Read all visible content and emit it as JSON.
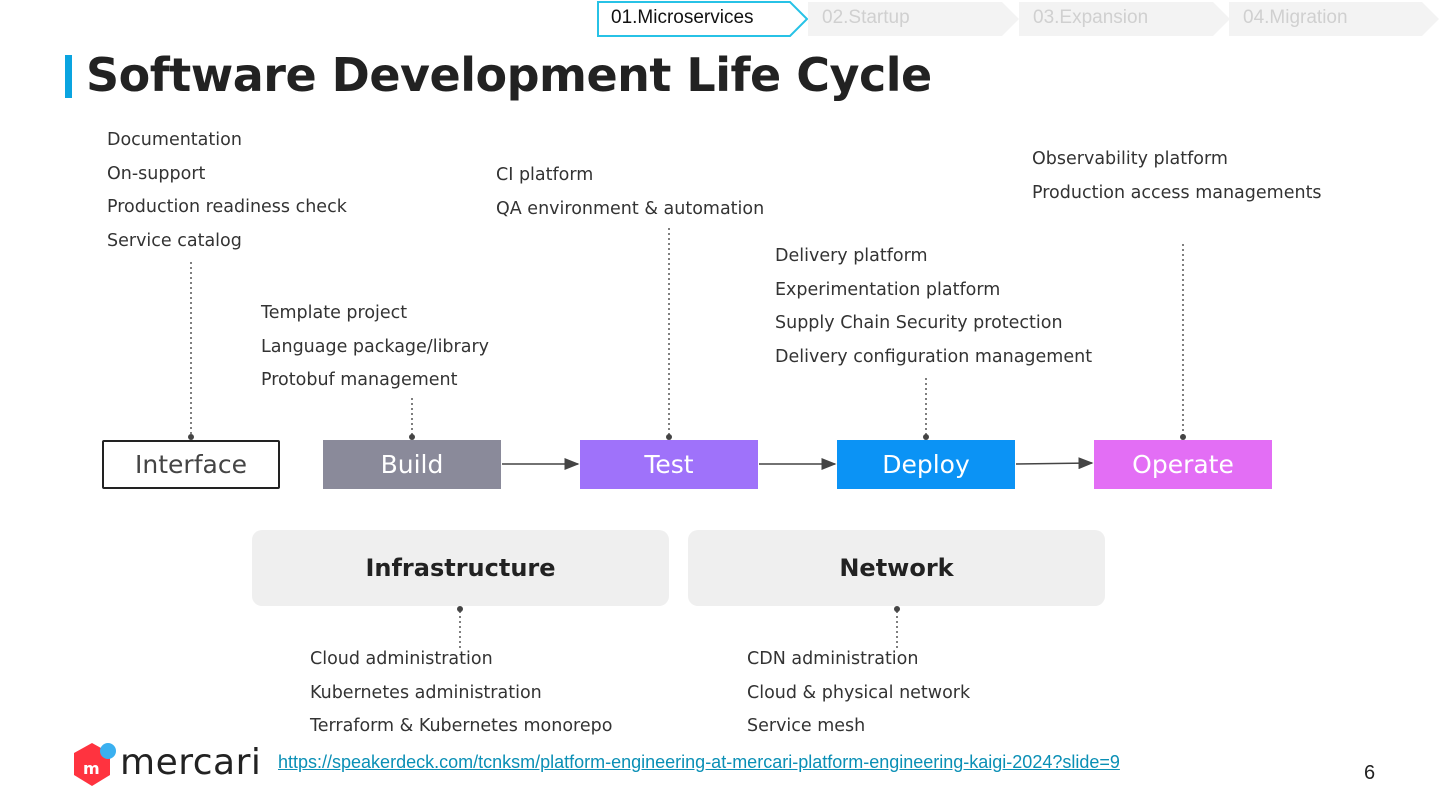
{
  "breadcrumb": [
    {
      "label": "01.Microservices",
      "active": true
    },
    {
      "label": "02.Startup",
      "active": false
    },
    {
      "label": "03.Expansion",
      "active": false
    },
    {
      "label": "04.Migration",
      "active": false
    }
  ],
  "title": "Software Development Life Cycle",
  "stages": {
    "interface": "Interface",
    "build": "Build",
    "test": "Test",
    "deploy": "Deploy",
    "operate": "Operate"
  },
  "interface_items": [
    "Documentation",
    "On-support",
    "Production readiness check",
    "Service catalog"
  ],
  "build_items": [
    "Template project",
    "Language package/library",
    "Protobuf management"
  ],
  "test_items": [
    "CI platform",
    "QA environment & automation"
  ],
  "deploy_items": [
    "Delivery platform",
    "Experimentation platform",
    "Supply Chain Security protection",
    "Delivery configuration management"
  ],
  "operate_items": [
    "Observability platform",
    "Production access managements"
  ],
  "panels": {
    "infrastructure": "Infrastructure",
    "network": "Network"
  },
  "infrastructure_items": [
    "Cloud administration",
    "Kubernetes administration",
    "Terraform & Kubernetes monorepo"
  ],
  "network_items": [
    "CDN administration",
    "Cloud & physical network",
    "Service mesh"
  ],
  "footer": {
    "logo": "mercari",
    "link": "https://speakerdeck.com/tcnksm/platform-engineering-at-mercari-platform-engineering-kaigi-2024?slide=9",
    "page": "6"
  },
  "colors": {
    "accent": "#0aa4e0",
    "build": "#8a8a9a",
    "test": "#9f72fa",
    "deploy": "#0b93f5",
    "operate": "#e36ef5",
    "logo_red": "#ff333f",
    "logo_blue": "#3ab0f0"
  }
}
